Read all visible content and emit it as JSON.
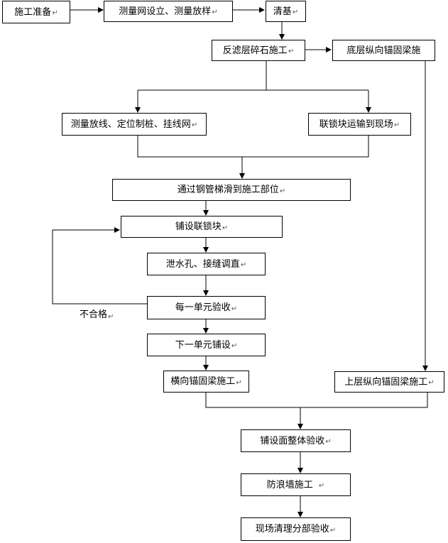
{
  "flowchart": {
    "para_mark": "↵",
    "steps": {
      "prep": "施工准备",
      "survey_setup": "测量网设立、测量放样",
      "clear_base": "清基",
      "filter_layer": "反滤层碎石施工",
      "bottom_anchor": "底层纵向锚固梁施",
      "survey_stake": "测量放线、定位制桩、挂线网",
      "transport_blocks": "联锁块运输到现场",
      "slide_pipe": "通过钢管梯滑到施工部位",
      "lay_blocks": "铺设联锁块",
      "drain_holes": "泄水孔、接缝调直",
      "unit_accept": "每一单元验收",
      "next_unit": "下一单元铺设",
      "horizontal_anchor": "横向锚固梁施工",
      "top_anchor": "上层纵向锚固梁施工",
      "overall_accept": "铺设面整体验收",
      "wave_wall": "防浪墙施工",
      "site_cleanup": "现场清理分部验收"
    },
    "labels": {
      "fail": "不合格"
    }
  }
}
